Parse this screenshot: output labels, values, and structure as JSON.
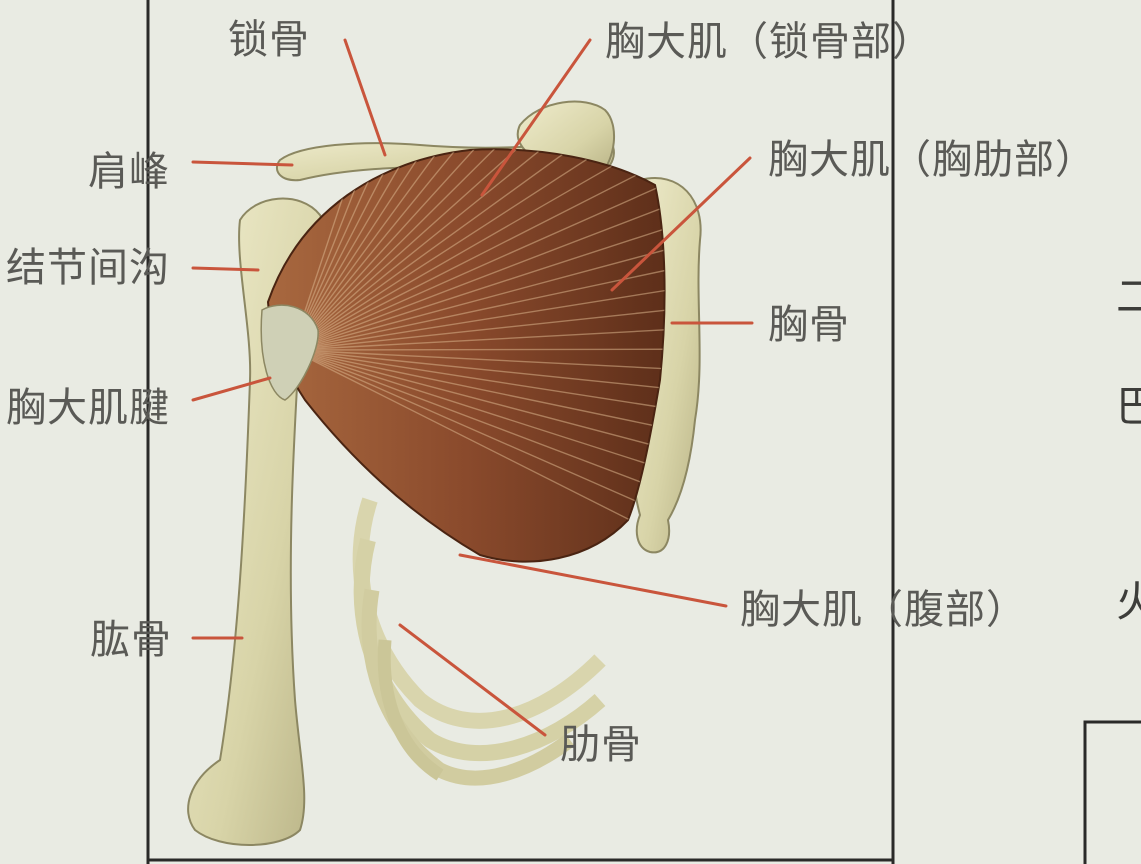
{
  "labels": {
    "clavicle": "锁骨",
    "acromion": "肩峰",
    "intertubercular_groove": "结节间沟",
    "pectoralis_tendon": "胸大肌腱",
    "humerus": "肱骨",
    "pectoralis_clavicular": "胸大肌（锁骨部）",
    "pectoralis_sternocostal": "胸大肌（胸肋部）",
    "sternum": "胸骨",
    "pectoralis_abdominal": "胸大肌（腹部）",
    "ribs": "肋骨"
  },
  "edge_text": [
    "二",
    "巴",
    "火"
  ],
  "colors": {
    "background": "#e9ebe3",
    "frame_line": "#2a2a28",
    "leader_line": "#c9553c",
    "muscle": "#8a4a2c",
    "bone": "#dcd9b4",
    "label_text": "#5a5a56"
  }
}
